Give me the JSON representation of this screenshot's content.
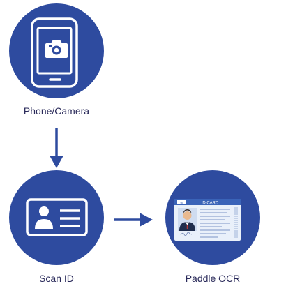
{
  "colors": {
    "circle": "#2e4b9f",
    "arrow": "#2e4b9f",
    "label_text": "#2a2a5a",
    "card_face": "#e9f0fa",
    "card_header": "#3a63b8"
  },
  "nodes": [
    {
      "id": "phone",
      "label": "Phone/Camera",
      "icon": "smartphone-camera-icon"
    },
    {
      "id": "scan",
      "label": "Scan ID",
      "icon": "id-card-outline-icon"
    },
    {
      "id": "ocr",
      "label": "Paddle OCR",
      "icon": "id-card-photo-icon",
      "card_title": "ID CARD",
      "card_tag": "ID"
    }
  ],
  "edges": [
    {
      "from": "phone",
      "to": "scan"
    },
    {
      "from": "scan",
      "to": "ocr"
    }
  ]
}
